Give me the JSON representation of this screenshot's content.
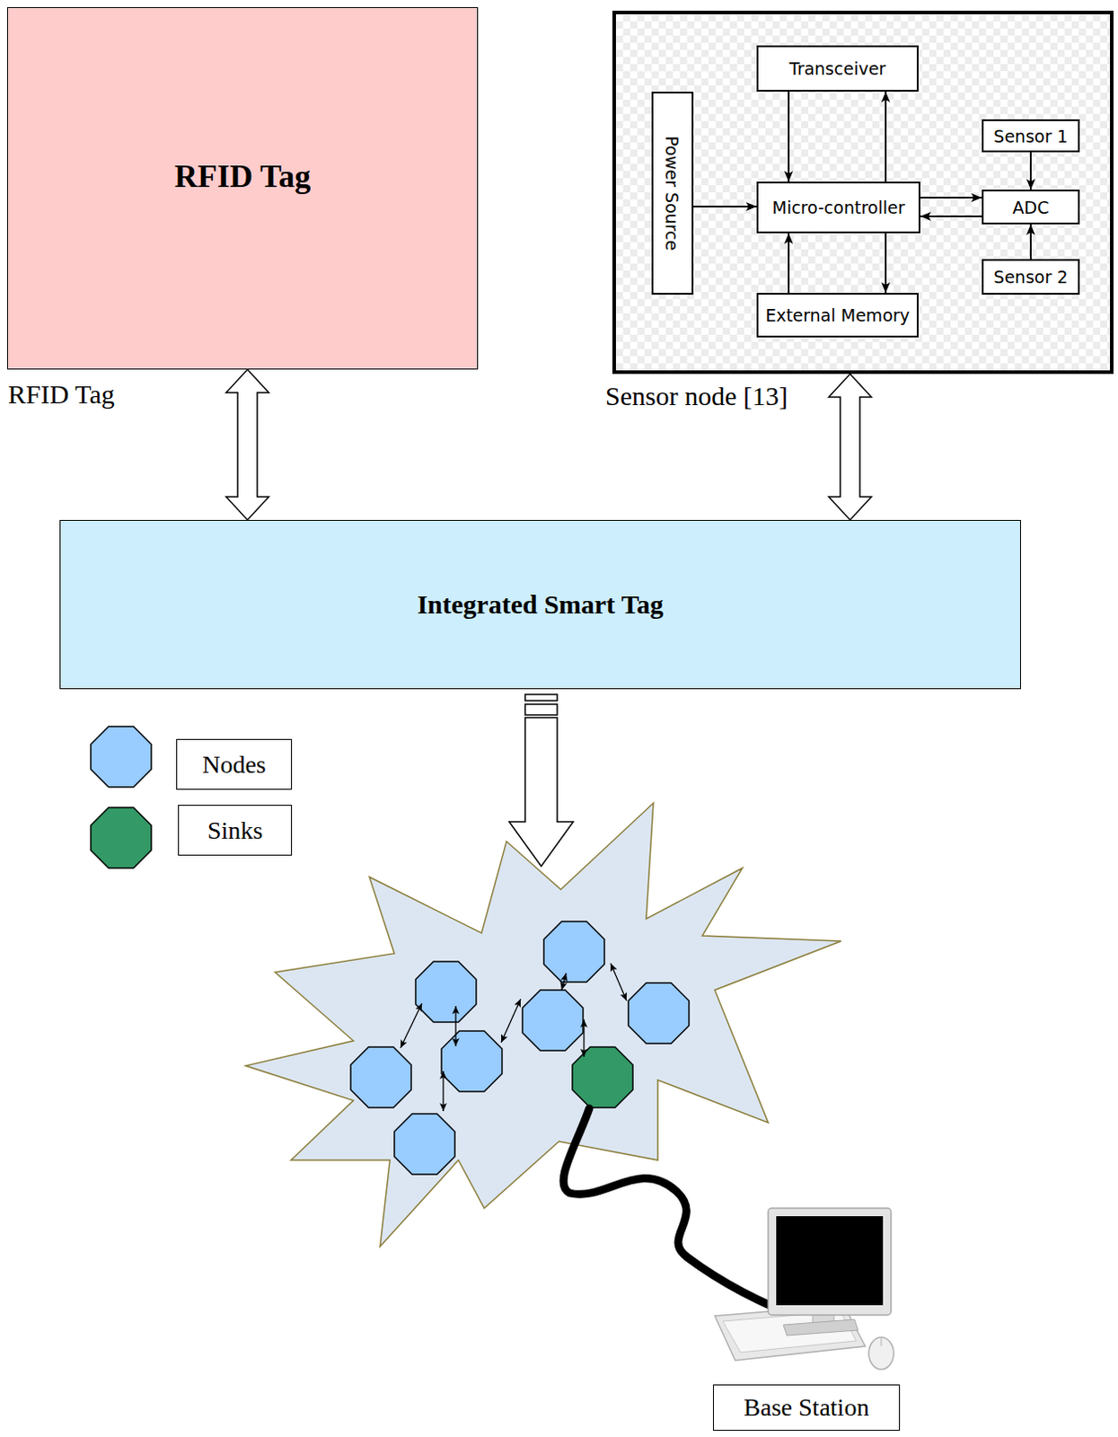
{
  "diagram": {
    "nodes": [
      {
        "text": [
          "RFID Tag",
          "RFID Tag"
        ]
      },
      {
        "text": [
          "Sensor node [13]"
        ]
      },
      {
        "text": [
          "Transceiver"
        ],
        "in": 1
      },
      {
        "text": [
          "Power Source"
        ],
        "in": 1
      },
      {
        "text": [
          "Sensor 1"
        ],
        "in": 1
      },
      {
        "text": [
          "Micro-controller"
        ],
        "in": 1
      },
      {
        "text": [
          "ADC"
        ],
        "in": 1
      },
      {
        "text": [
          "Sensor 2"
        ],
        "in": 1
      },
      {
        "text": [
          "External Memory"
        ],
        "in": 1
      },
      {
        "text": [
          "Integrated Smart Tag"
        ]
      },
      {
        "text": [
          "Base Station"
        ]
      }
    ],
    "edges": [
      {
        "from": 2,
        "to": 5,
        "arrow": "to"
      },
      {
        "from": 5,
        "to": 2,
        "arrow": "to"
      },
      {
        "from": 3,
        "to": 5,
        "arrow": "to"
      },
      {
        "from": 5,
        "to": 6,
        "arrow": "to"
      },
      {
        "from": 6,
        "to": 5,
        "arrow": "to"
      },
      {
        "from": 4,
        "to": 6,
        "arrow": "to"
      },
      {
        "from": 7,
        "to": 6,
        "arrow": "to"
      },
      {
        "from": 5,
        "to": 8,
        "arrow": "to"
      },
      {
        "from": 8,
        "to": 5,
        "arrow": "to"
      },
      {
        "from": 0,
        "to": 9,
        "arrow": "both"
      },
      {
        "from": 1,
        "to": 9,
        "arrow": "both"
      }
    ],
    "legend": [
      {
        "text": "Nodes",
        "color": "#99ccff"
      },
      {
        "text": "Sinks",
        "color": "#339966"
      }
    ]
  }
}
